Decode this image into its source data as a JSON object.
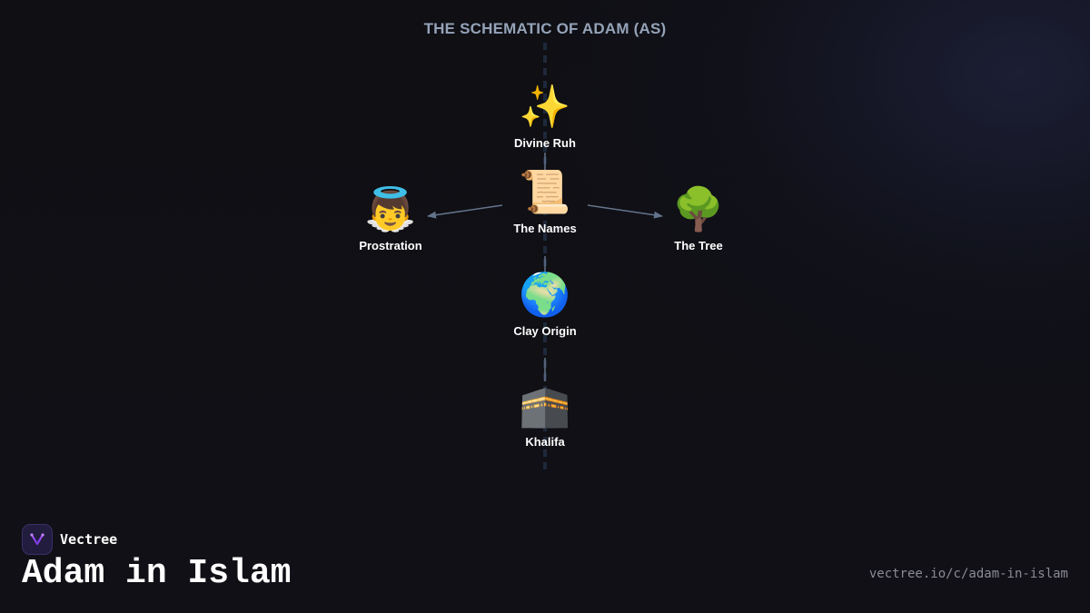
{
  "diagram": {
    "title": "THE SCHEMATIC OF ADAM (AS)",
    "nodes": [
      {
        "id": "divine_ruh",
        "icon": "sparkles-icon",
        "glyph": "✨",
        "label": "Divine Ruh"
      },
      {
        "id": "the_names",
        "icon": "scroll-icon",
        "glyph": "📜",
        "label": "The Names"
      },
      {
        "id": "prostration",
        "icon": "angel-icon",
        "glyph": "👼",
        "label": "Prostration"
      },
      {
        "id": "the_tree",
        "icon": "tree-icon",
        "glyph": "🌳",
        "label": "The Tree"
      },
      {
        "id": "clay_origin",
        "icon": "globe-icon",
        "glyph": "🌍",
        "label": "Clay Origin"
      },
      {
        "id": "khalifa",
        "icon": "kaaba-icon",
        "glyph": "🕋",
        "label": "Khalifa"
      }
    ],
    "edges": [
      {
        "from": "divine_ruh",
        "to": "the_names",
        "style": "solid"
      },
      {
        "from": "the_names",
        "to": "prostration",
        "style": "arrow"
      },
      {
        "from": "the_names",
        "to": "the_tree",
        "style": "arrow"
      },
      {
        "from": "the_names",
        "to": "clay_origin",
        "style": "solid"
      },
      {
        "from": "clay_origin",
        "to": "khalifa",
        "style": "solid"
      }
    ],
    "spine": "dashed"
  },
  "colors": {
    "background": "#0f0f14",
    "title": "#94a3b8",
    "label": "#ffffff",
    "connector": "#64748b",
    "spine": "#1e293b",
    "logo_accent": "#a855f7",
    "url": "#8b8b95"
  },
  "footer": {
    "brand": "Vectree",
    "title": "Adam in Islam",
    "url": "vectree.io/c/adam-in-islam"
  }
}
